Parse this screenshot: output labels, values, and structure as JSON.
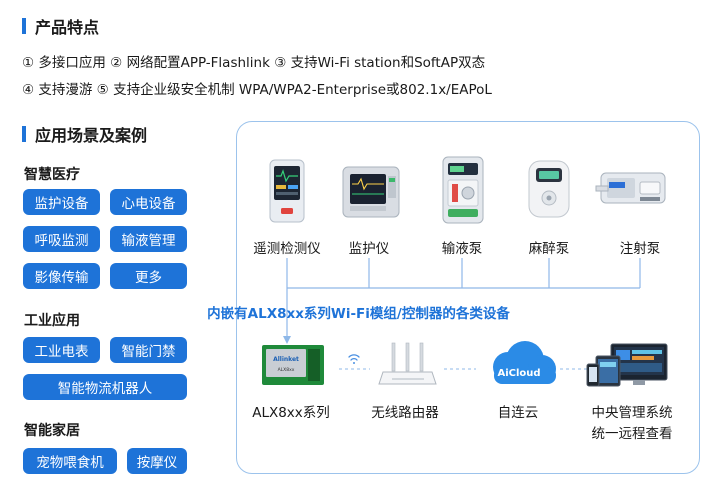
{
  "features": {
    "title": "产品特点",
    "line1": "① 多接口应用 ② 网络配置APP-Flashlink ③ 支持Wi-Fi station和SoftAP双态",
    "line2": "④ 支持漫游 ⑤ 支持企业级安全机制 WPA/WPA2-Enterprise或802.1x/EAPoL"
  },
  "scenarios": {
    "title": "应用场景及案例",
    "categories": [
      {
        "name": "智慧医疗",
        "tags": [
          "监护设备",
          "心电设备",
          "呼吸监测",
          "输液管理",
          "影像传输",
          "更多"
        ]
      },
      {
        "name": "工业应用",
        "tags": [
          "工业电表",
          "智能门禁",
          "智能物流机器人"
        ]
      },
      {
        "name": "智能家居",
        "tags": [
          "宠物喂食机",
          "按摩仪"
        ]
      }
    ]
  },
  "diagram": {
    "devices": [
      "遥测检测仪",
      "监护仪",
      "输液泵",
      "麻醉泵",
      "注射泵"
    ],
    "caption": "内嵌有ALX8xx系列Wi-Fi模组/控制器的各类设备",
    "module_label": "ALX8xx系列",
    "module_brand": "Allinket",
    "module_marking": "ALX8xx",
    "router_label": "无线路由器",
    "cloud_label": "自连云",
    "cloud_text": "AiCloud",
    "mgmt_label_line1": "中央管理系统",
    "mgmt_label_line2": "统一远程查看"
  },
  "colors": {
    "accent": "#1e73d8",
    "panel_border": "#9cc3ec",
    "line": "#8fb8e8",
    "cloud": "#2b8be6"
  }
}
